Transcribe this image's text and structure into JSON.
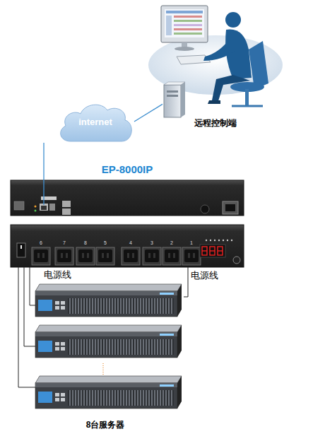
{
  "diagram": {
    "nodes": [
      {
        "text": [
          "远程控制端"
        ]
      },
      {
        "text": [
          "internet"
        ]
      },
      {
        "text": [
          "EP-8000IP"
        ]
      },
      {
        "text": [
          "8台服务器"
        ]
      }
    ],
    "edges": [
      {
        "from": 1,
        "to": 0,
        "arrow": "none"
      },
      {
        "from": 1,
        "to": 2,
        "arrow": "none"
      },
      {
        "from": 2,
        "to": 3,
        "arrow": "none",
        "label": "电源线"
      },
      {
        "from": 2,
        "to": 3,
        "arrow": "none",
        "label": "电源线"
      }
    ],
    "labels": [
      "6",
      "7",
      "8",
      "5",
      "4",
      "3",
      "2",
      "1"
    ]
  }
}
